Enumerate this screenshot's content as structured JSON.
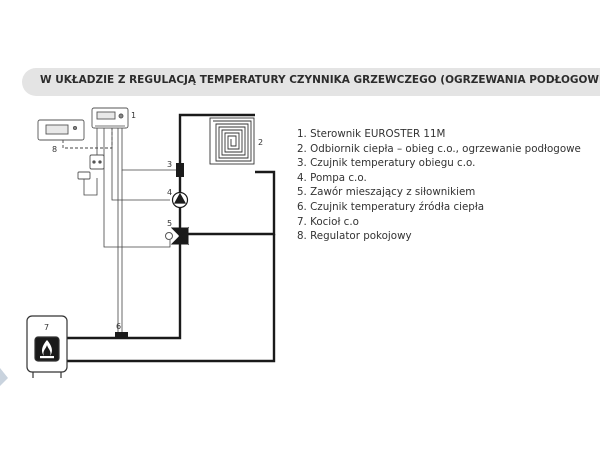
{
  "title": "W UKŁADZIE Z REGULACJĄ TEMPERATURY CZYNNIKA GRZEWCZEGO (OGRZEWANIA PODŁOGOWEGO)",
  "legend": [
    "1. Sterownik EUROSTER 11M",
    "2. Odbiornik ciepła – obieg c.o., ogrzewanie podłogowe",
    "3. Czujnik temperatury obiegu c.o.",
    "4. Pompa c.o.",
    "5. Zawór mieszający z siłownikiem",
    "6. Czujnik temperatury źródła ciepła",
    "7. Kocioł c.o",
    "8. Regulator pokojowy"
  ],
  "diagram_labels": {
    "controller": "1",
    "heat_receiver": "2",
    "circuit_sensor": "3",
    "pump": "4",
    "mixing_valve": "5",
    "source_sensor": "6",
    "boiler": "7",
    "room_regulator": "8"
  }
}
